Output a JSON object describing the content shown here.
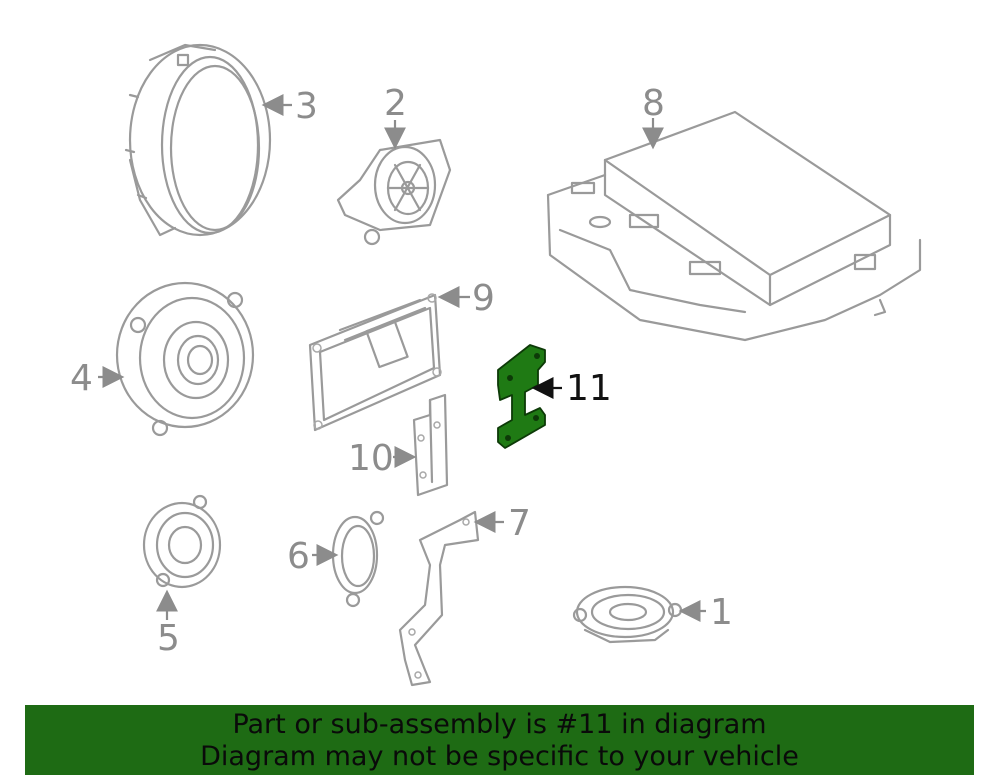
{
  "callouts": {
    "c1": "1",
    "c2": "2",
    "c3": "3",
    "c4": "4",
    "c5": "5",
    "c6": "6",
    "c7": "7",
    "c8": "8",
    "c9": "9",
    "c10": "10",
    "c11": "11"
  },
  "highlighted_part": "11",
  "colors": {
    "highlight_part": "#1f7a14",
    "banner_bg": "#1e6b14",
    "line_gray": "#9a9a9a"
  },
  "banner": {
    "line1": "Part or sub-assembly is #11 in diagram",
    "line2": "Diagram may not be specific to your vehicle"
  }
}
